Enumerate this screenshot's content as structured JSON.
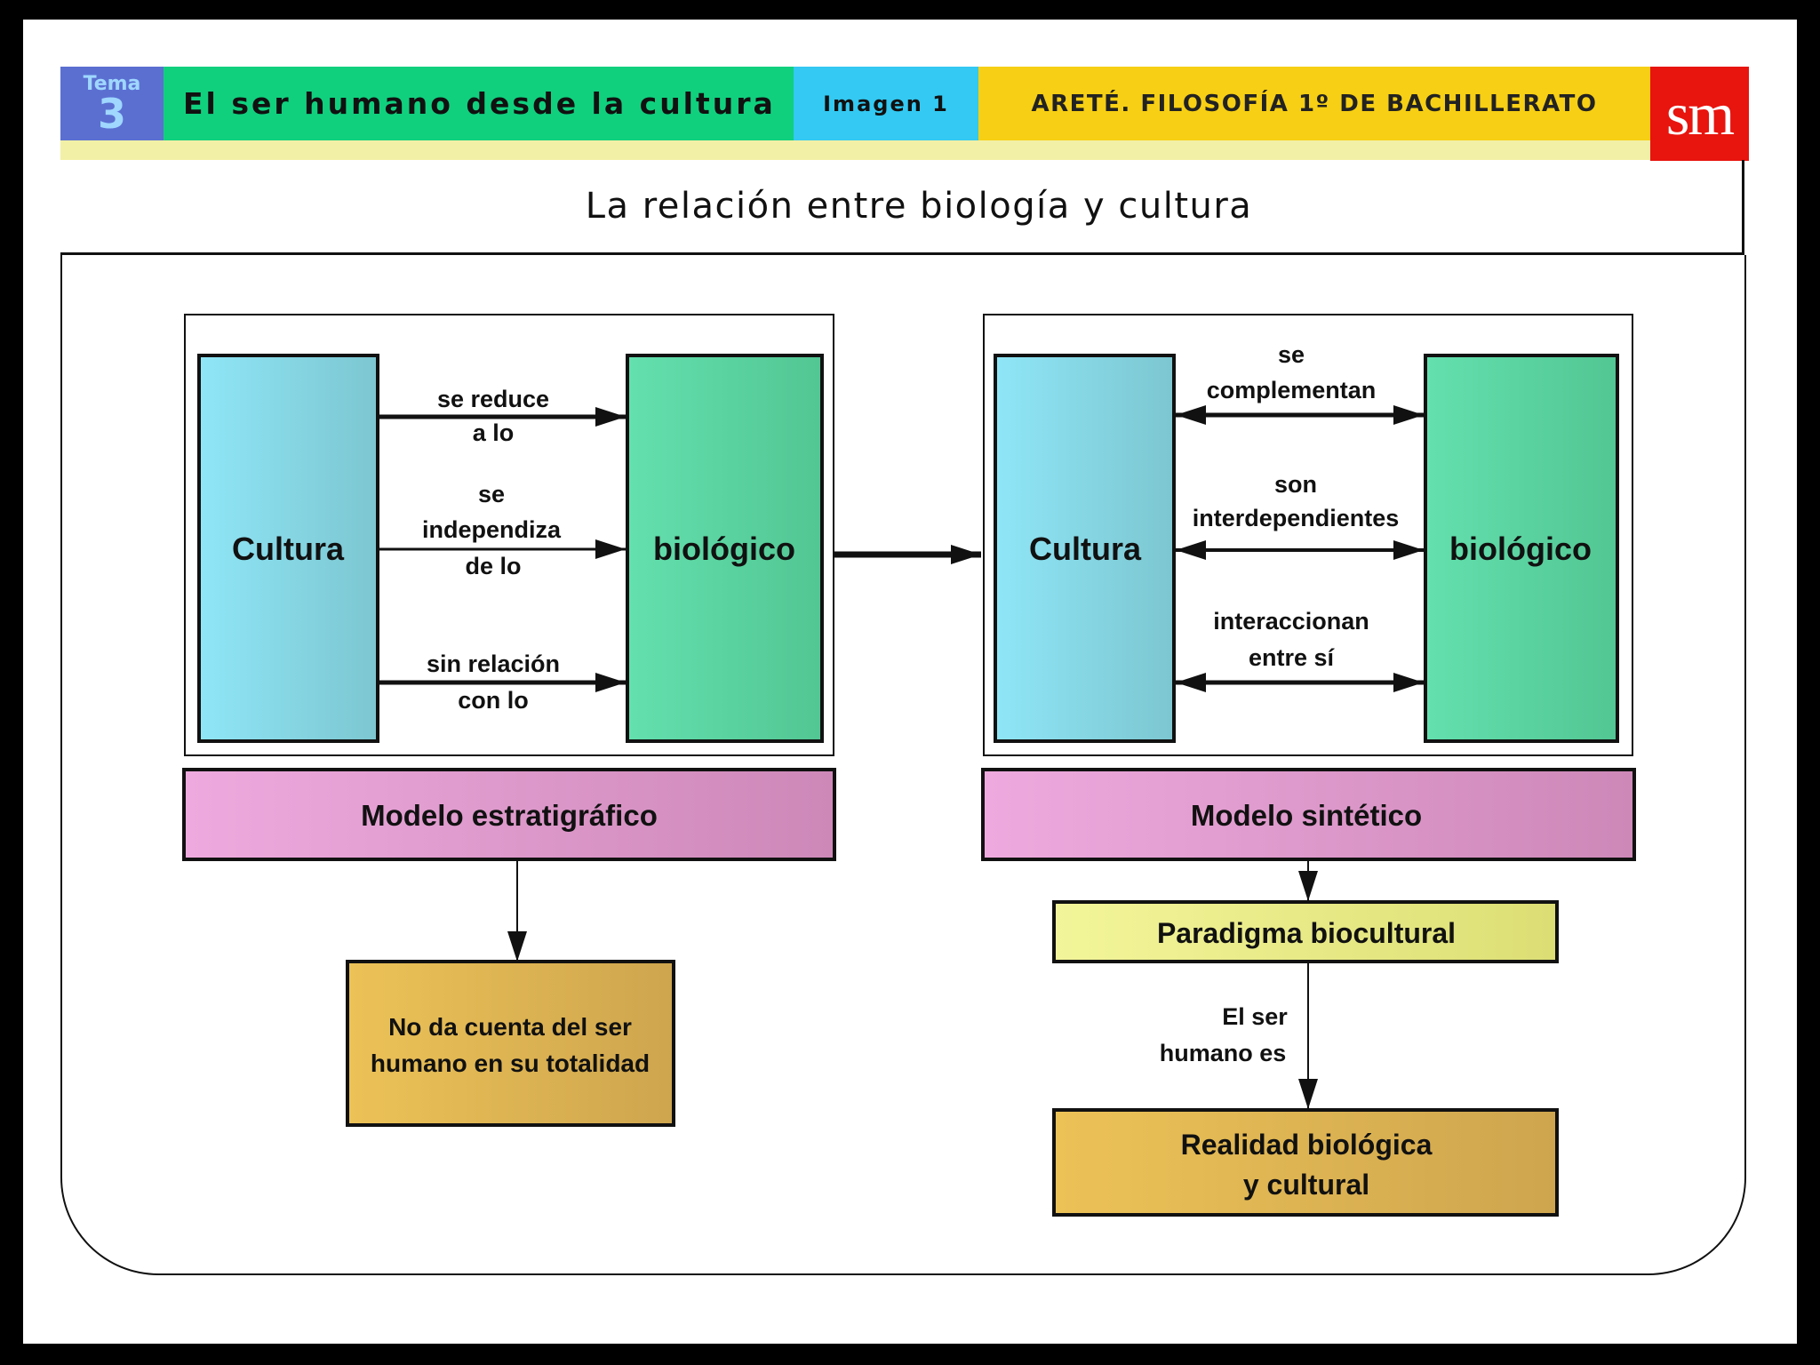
{
  "header": {
    "tema_label": "Tema",
    "tema_number": "3",
    "title": "El ser humano desde la cultura",
    "image_label": "Imagen 1",
    "book": "ARETÉ. FILOSOFÍA 1º DE BACHILLERATO",
    "logo": "sm"
  },
  "slide_title": "La relación entre biología y cultura",
  "left_model": {
    "culture": "Cultura",
    "bio": "biológico",
    "rel1": [
      "se reduce",
      "a lo"
    ],
    "rel2": [
      "se",
      "independiza",
      "de lo"
    ],
    "rel3": [
      "sin relación",
      "con lo"
    ],
    "name": "Modelo estratigráfico",
    "result": [
      "No da cuenta del ser",
      "humano en su totalidad"
    ]
  },
  "right_model": {
    "culture": "Cultura",
    "bio": "biológico",
    "rel1": [
      "se",
      "complementan"
    ],
    "rel2": [
      "son",
      "interdependientes"
    ],
    "rel3": [
      "interaccionan",
      "entre sí"
    ],
    "name": "Modelo sintético",
    "paradigm": "Paradigma biocultural",
    "connector": [
      "El ser",
      "humano es"
    ],
    "result": [
      "Realidad biológica",
      "y cultural"
    ]
  },
  "colors": {
    "tema": "#5b6fd1",
    "title_band": "#10d07e",
    "image_band": "#33c9f2",
    "book_band": "#f7cf14",
    "logo": "#e8140e"
  }
}
